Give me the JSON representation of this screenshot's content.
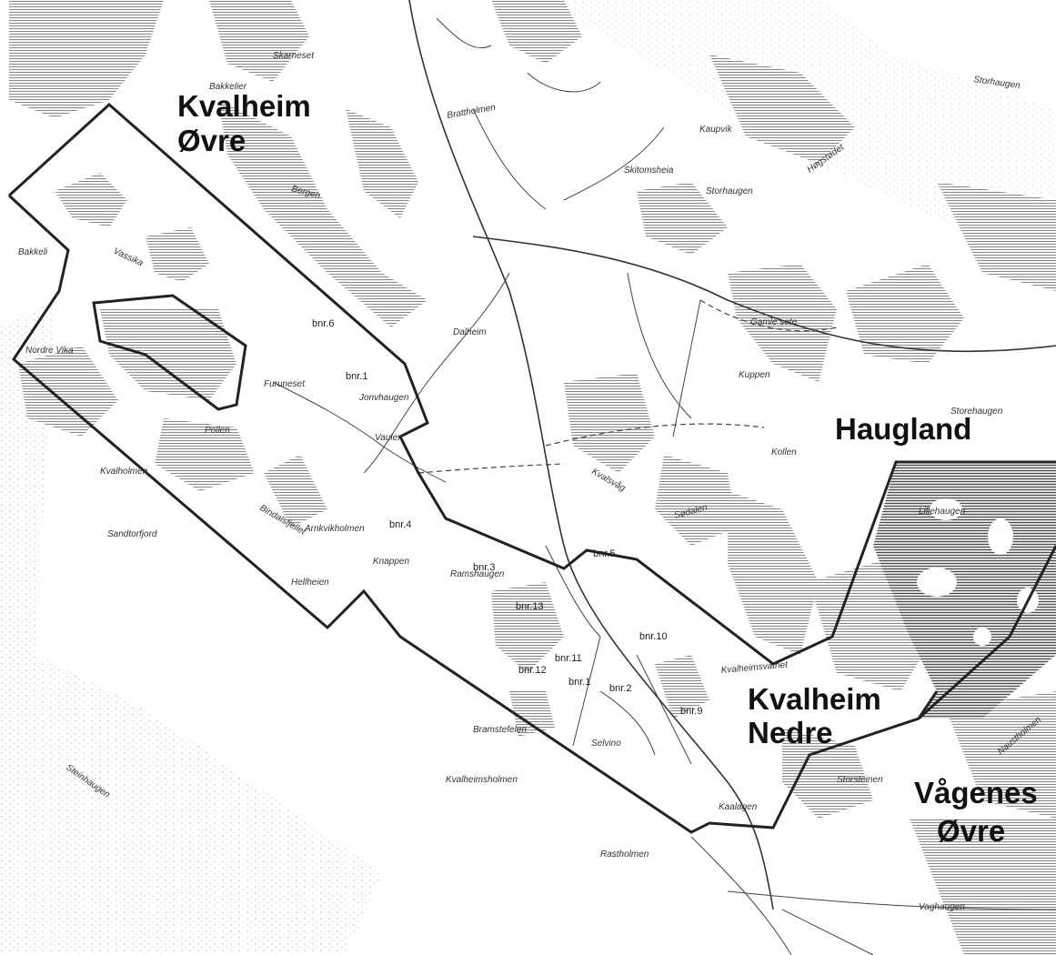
{
  "map": {
    "farm_names": {
      "kvalheim_ovre": [
        "Kvalheim",
        "Øvre"
      ],
      "haugland": "Haugland",
      "kvalheim_nedre": [
        "Kvalheim",
        "Nedre"
      ],
      "vagenes_ovre": [
        "Vågenes",
        "Øvre"
      ]
    },
    "parcel_labels": {
      "bnr_6": "bnr.6",
      "bnr_1_top": "bnr.1",
      "bnr_4": "bnr.4",
      "bnr_5": "bnr.5",
      "bnr_3": "bnr.3",
      "bnr_13": "bnr.13",
      "bnr_10": "bnr.10",
      "bnr_11": "bnr.11",
      "bnr_12": "bnr.12",
      "bnr_1_bottom": "bnr.1",
      "bnr_2": "bnr.2",
      "bnr_9": "bnr.9"
    },
    "place_names": {
      "skarneset": "Skarneset",
      "bakkelier": "Bakkelier",
      "brattholmen": "Brattholmen",
      "storhaugen": "Storhaugen",
      "skitomsheia": "Skitomsheia",
      "storhaugen_2": "Storhaugen",
      "kaupvik": "Kaupvik",
      "vassika": "Vassika",
      "nordre_vika": "Nordre Vika",
      "furuneset": "Furuneset",
      "jonvhaugen": "Jonvhaugen",
      "vaulen": "Vaulen",
      "pollen": "Pollen",
      "kvalholmen": "Kvalholmen",
      "sandtorfjord": "Sandtorfjord",
      "arnkvikholmen": "Arnkvikholmen",
      "knappen": "Knappen",
      "ramshaugen": "Ramshaugen",
      "bindalsfjellet": "Bindalsfjellet",
      "hellheien": "Hellheien",
      "bramstefelen": "Bramstefelen",
      "selvino": "Selvino",
      "kvalheimsvatnet": "Kvalheimsvatnet",
      "kvalheimsholmen": "Kvalheimsholmen",
      "rastholmen": "Rastholmen",
      "kaalagen": "Kaalagen",
      "storsteinen": "Storsteinen",
      "vaghaugen": "Vaghaugen",
      "steinhaugen": "Steinhaugen",
      "bakkeli": "Bakkeli",
      "dalheim": "Dalheim",
      "gamle_sete": "Gamle sete",
      "kuppen": "Kuppen",
      "kollen": "Kollen",
      "storehaugen": "Storehaugen",
      "bergen": "Bergen",
      "kvalsvag": "Kvalsvåg",
      "sodalen": "Sødalen",
      "lillehaugen": "Lillehaugen",
      "naustholmen": "Naustholmen",
      "hogstodet": "Høgstødet"
    }
  }
}
